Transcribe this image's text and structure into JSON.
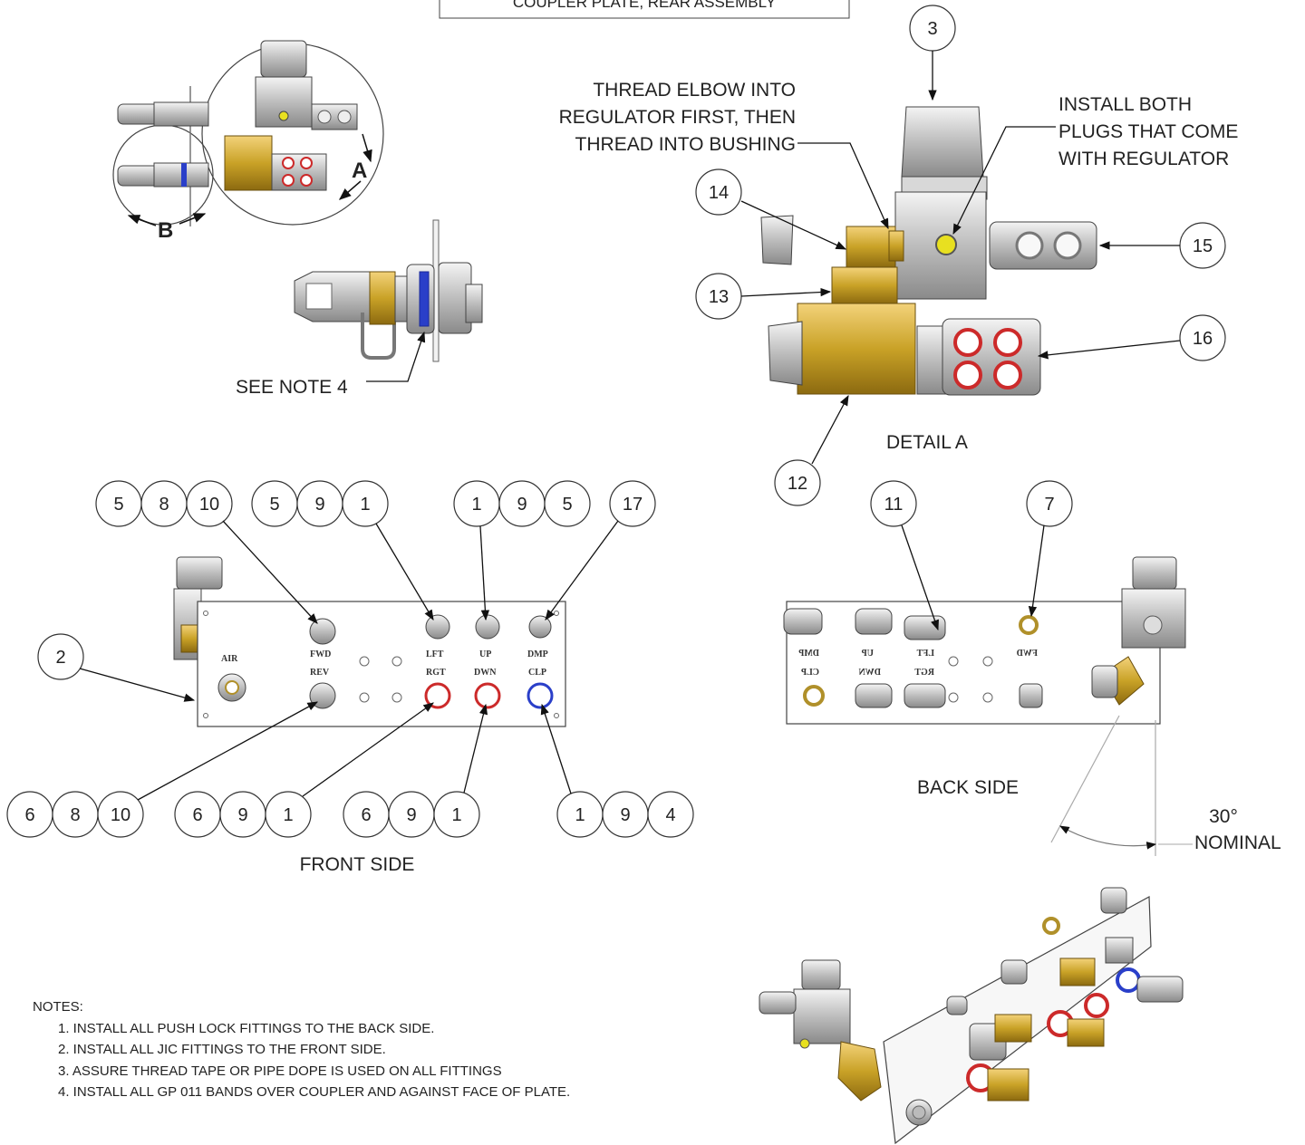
{
  "title_box": "COUPLER PLATE, REAR ASSEMBLY",
  "view_labels": {
    "detail_a": "DETAIL A",
    "back_side": "BACK SIDE",
    "front_side": "FRONT SIDE",
    "section_a": "A",
    "section_b": "B"
  },
  "callouts": {
    "thread_elbow": [
      "THREAD ELBOW INTO",
      "REGULATOR FIRST, THEN",
      "THREAD INTO BUSHING"
    ],
    "install_plugs": [
      "INSTALL BOTH",
      "PLUGS THAT COME",
      "WITH REGULATOR"
    ],
    "see_note_4": "SEE NOTE 4",
    "angle": "30°",
    "nominal": "NOMINAL"
  },
  "balloons": {
    "detail": [
      "3",
      "14",
      "15",
      "13",
      "16",
      "12"
    ],
    "front_top_1": [
      "5",
      "8",
      "10"
    ],
    "front_top_2": [
      "5",
      "9",
      "1"
    ],
    "front_top_3": [
      "1",
      "9",
      "5"
    ],
    "front_top_4": "17",
    "front_left": "2",
    "front_bottom_1": [
      "6",
      "8",
      "10"
    ],
    "front_bottom_2": [
      "6",
      "9",
      "1"
    ],
    "front_bottom_3": [
      "6",
      "9",
      "1"
    ],
    "front_bottom_4": [
      "1",
      "9",
      "4"
    ],
    "back_1": "11",
    "back_2": "7"
  },
  "plate_labels": {
    "air": "AIR",
    "fwd": "FWD",
    "rev": "REV",
    "lft": "LFT",
    "rgt": "RGT",
    "up": "UP",
    "dwn": "DWN",
    "dmp": "DMP",
    "clp": "CLP"
  },
  "notes": {
    "heading": "NOTES:",
    "items": [
      "1. INSTALL ALL PUSH LOCK FITTINGS TO THE BACK SIDE.",
      "2. INSTALL ALL JIC FITTINGS TO THE FRONT SIDE.",
      "3. ASSURE THREAD TAPE OR PIPE DOPE IS USED ON ALL FITTINGS",
      "4. INSTALL ALL GP 011 BANDS OVER COUPLER AND AGAINST FACE OF PLATE."
    ]
  },
  "colors": {
    "brass": "#c9a227",
    "steel": "#c8c8c8",
    "red_ring": "#cc2a2a",
    "blue_ring": "#2a3fc9",
    "yellow_plug": "#e8e020"
  }
}
